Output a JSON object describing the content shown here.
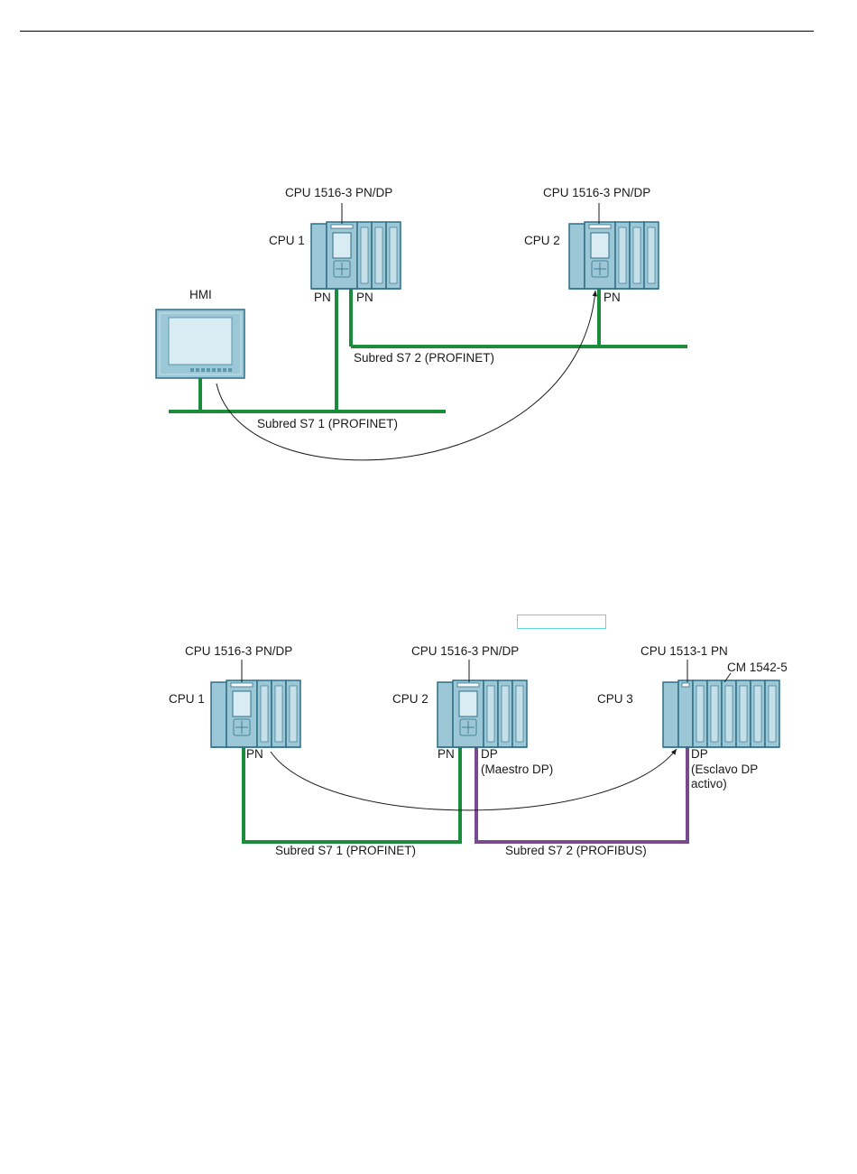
{
  "colors": {
    "profinet": "#1a8c3c",
    "profibus": "#7a4a8f",
    "module_fill": "#9cc7d6",
    "module_stroke": "#2f6f86",
    "screen": "#d9ecf3"
  },
  "diagram1": {
    "cpu1": {
      "name": "CPU 1",
      "model": "CPU 1516-3 PN/DP",
      "port_a": "PN",
      "port_b": "PN"
    },
    "cpu2": {
      "name": "CPU 2",
      "model": "CPU 1516-3 PN/DP",
      "port": "PN"
    },
    "hmi": {
      "name": "HMI"
    },
    "subnet1": "Subred S7 1 (PROFINET)",
    "subnet2": "Subred S7 2 (PROFINET)"
  },
  "diagram2": {
    "cpu1": {
      "name": "CPU 1",
      "model": "CPU 1516-3 PN/DP",
      "port": "PN"
    },
    "cpu2": {
      "name": "CPU 2",
      "model": "CPU 1516-3 PN/DP",
      "port_pn": "PN",
      "port_dp": "DP",
      "dp_role": "(Maestro DP)"
    },
    "cpu3": {
      "name": "CPU 3",
      "model": "CPU 1513-1 PN",
      "cm": "CM 1542-5",
      "port_dp": "DP",
      "dp_role": "(Esclavo DP\nactivo)"
    },
    "subnet1": "Subred S7 1 (PROFINET)",
    "subnet2": "Subred S7 2 (PROFIBUS)"
  }
}
